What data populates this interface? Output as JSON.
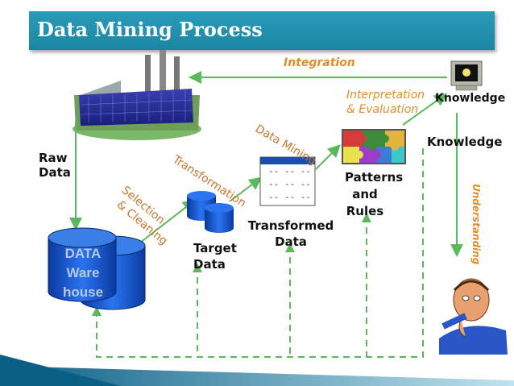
{
  "title": "Data Mining Process",
  "labels": {
    "integration": "Integration",
    "interpretation_line1": "Interpretation",
    "interpretation_line2": "& Evaluation",
    "knowledge_top": "Knowledge",
    "knowledge_right": "Knowledge",
    "data_mining": "Data Mining",
    "transformation": "Transformation",
    "selection_line1": "Selection",
    "selection_line2": "& Cleaning",
    "raw_data_line1": "Raw",
    "raw_data_line2": "Data",
    "target_data_line1": "Target",
    "target_data_line2": "Data",
    "transformed_line1": "Transformed",
    "transformed_line2": "Data",
    "patterns_line1": "Patterns",
    "patterns_line2": "and",
    "patterns_line3": "Rules",
    "understanding": "Understanding",
    "warehouse_line1": "DATA",
    "warehouse_line2": "Ware",
    "warehouse_line3": "house",
    "table_row": "-- -- --"
  },
  "colors": {
    "title_bg": "#1e8fae",
    "arrow_green": "#5cb85c",
    "label_orange": "#e38c2c",
    "cylinder_blue": "#1a5fd6",
    "warehouse_blue": "#2348a8"
  }
}
